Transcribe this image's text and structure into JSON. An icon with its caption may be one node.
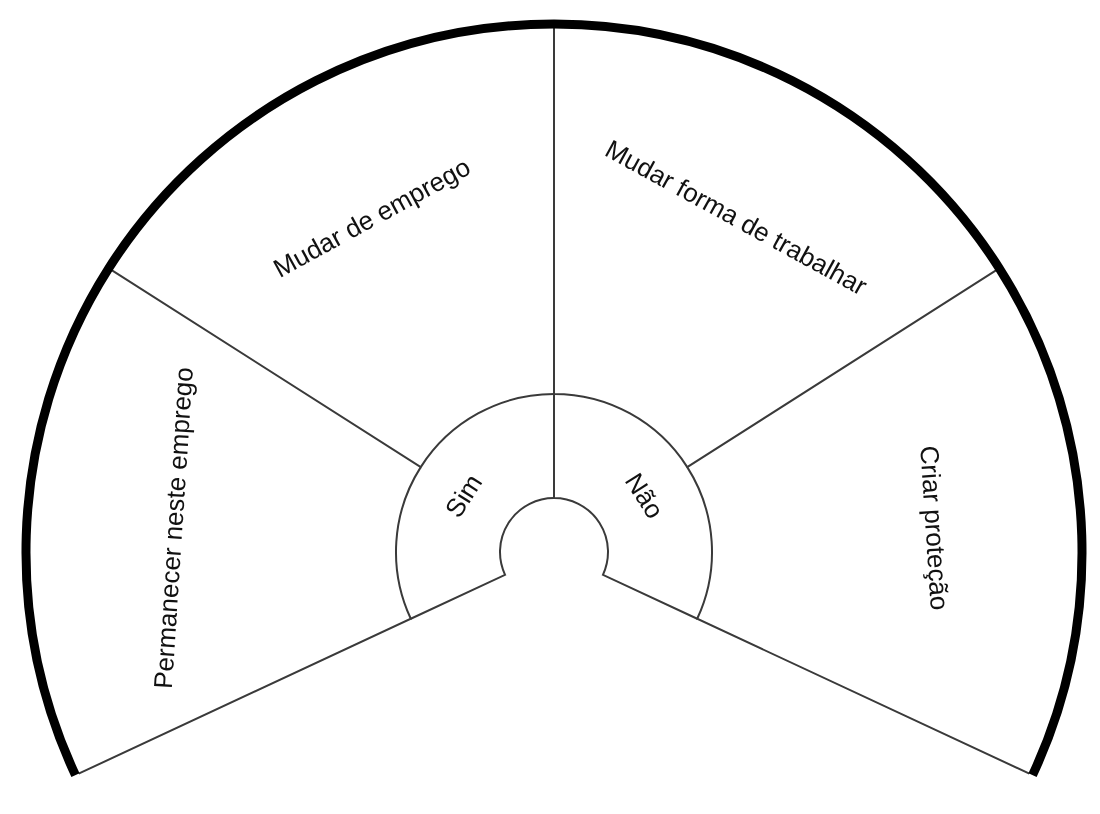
{
  "diagram": {
    "nodes": [
      {
        "text": [
          "Sim"
        ]
      },
      {
        "text": [
          "Não"
        ]
      },
      {
        "text": [
          "Permanecer neste emprego"
        ]
      },
      {
        "text": [
          "Mudar de emprego"
        ]
      },
      {
        "text": [
          "Mudar forma de trabalhar"
        ]
      },
      {
        "text": [
          "Criar proteção"
        ]
      }
    ]
  }
}
